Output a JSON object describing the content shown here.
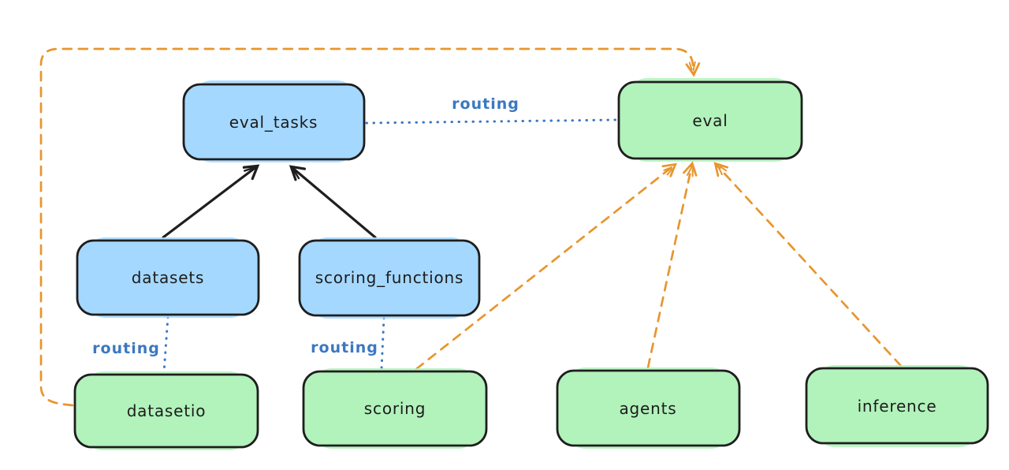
{
  "diagram": {
    "background_color": "#ffffff",
    "colors": {
      "blue_node_fill": "#a5d8ff",
      "green_node_fill": "#b2f2bb",
      "node_stroke": "#1e1e1e",
      "black_arrow": "#1e1e1e",
      "orange_dash": "#e8952e",
      "blue_routing": "#3b78c2"
    },
    "nodes": [
      {
        "id": "eval_tasks",
        "label": "eval_tasks",
        "color": "blue"
      },
      {
        "id": "eval",
        "label": "eval",
        "color": "green"
      },
      {
        "id": "datasets",
        "label": "datasets",
        "color": "blue"
      },
      {
        "id": "scoring_functions",
        "label": "scoring_functions",
        "color": "blue"
      },
      {
        "id": "datasetio",
        "label": "datasetio",
        "color": "green"
      },
      {
        "id": "scoring",
        "label": "scoring",
        "color": "green"
      },
      {
        "id": "agents",
        "label": "agents",
        "color": "green"
      },
      {
        "id": "inference",
        "label": "inference",
        "color": "green"
      }
    ],
    "edges": [
      {
        "from": "datasets",
        "to": "eval_tasks",
        "style": "solid-black-arrow",
        "label": ""
      },
      {
        "from": "scoring_functions",
        "to": "eval_tasks",
        "style": "solid-black-arrow",
        "label": ""
      },
      {
        "from": "eval_tasks",
        "to": "eval",
        "style": "dotted-blue",
        "label": "routing"
      },
      {
        "from": "datasets",
        "to": "datasetio",
        "style": "dotted-blue",
        "label": "routing"
      },
      {
        "from": "scoring_functions",
        "to": "scoring",
        "style": "dotted-blue",
        "label": "routing"
      },
      {
        "from": "datasetio",
        "to": "eval",
        "style": "dashed-orange-arrow",
        "label": ""
      },
      {
        "from": "scoring",
        "to": "eval",
        "style": "dashed-orange-arrow",
        "label": ""
      },
      {
        "from": "agents",
        "to": "eval",
        "style": "dashed-orange-arrow",
        "label": ""
      },
      {
        "from": "inference",
        "to": "eval",
        "style": "dashed-orange-arrow",
        "label": ""
      }
    ]
  }
}
